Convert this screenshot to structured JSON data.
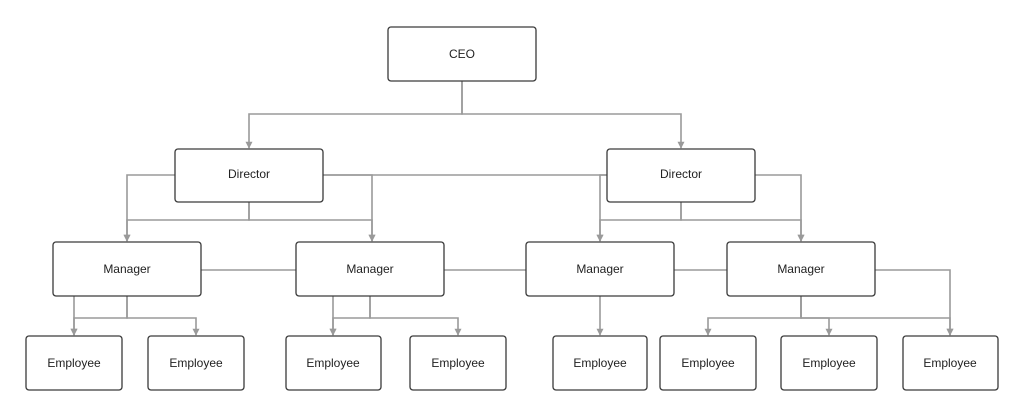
{
  "org_chart": {
    "colors": {
      "box_border": "#3a3a3a",
      "connector": "#9a9a9a",
      "text": "#222222",
      "background": "#ffffff"
    },
    "nodes": [
      {
        "id": "ceo",
        "label": "CEO",
        "parent": null
      },
      {
        "id": "director-1",
        "label": "Director",
        "parent": "ceo"
      },
      {
        "id": "director-2",
        "label": "Director",
        "parent": "ceo"
      },
      {
        "id": "manager-1",
        "label": "Manager",
        "parent": "director-1"
      },
      {
        "id": "manager-2",
        "label": "Manager",
        "parent": "director-1"
      },
      {
        "id": "manager-3",
        "label": "Manager",
        "parent": "director-2"
      },
      {
        "id": "manager-4",
        "label": "Manager",
        "parent": "director-2"
      },
      {
        "id": "employee-1",
        "label": "Employee",
        "parent": "manager-1"
      },
      {
        "id": "employee-2",
        "label": "Employee",
        "parent": "manager-1"
      },
      {
        "id": "employee-3",
        "label": "Employee",
        "parent": "manager-2"
      },
      {
        "id": "employee-4",
        "label": "Employee",
        "parent": "manager-2"
      },
      {
        "id": "employee-5",
        "label": "Employee",
        "parent": "manager-3"
      },
      {
        "id": "employee-6",
        "label": "Employee",
        "parent": "manager-4"
      },
      {
        "id": "employee-7",
        "label": "Employee",
        "parent": "manager-4"
      },
      {
        "id": "employee-8",
        "label": "Employee",
        "parent": "manager-4"
      }
    ]
  }
}
